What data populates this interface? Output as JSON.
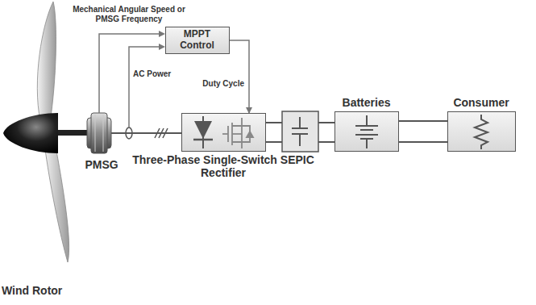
{
  "diagram": {
    "nodes": [
      {
        "text": [
          "MPPT Control"
        ]
      },
      {
        "text": [
          "Three-Phase Single-Switch SEPIC Rectifier"
        ]
      },
      {
        "text": [
          "Batteries"
        ]
      },
      {
        "text": [
          "Consumer"
        ]
      }
    ],
    "edges": [
      {
        "from": 0,
        "to": 1,
        "arrow": "to",
        "label": "Duty Cycle"
      },
      {
        "from": 1,
        "to": 2,
        "arrow": "none"
      },
      {
        "from": 2,
        "to": 3,
        "arrow": "none"
      }
    ],
    "labels": [
      "Mechanical Angular Speed or PMSG Frequency",
      "AC Power",
      "PMSG",
      "Wind Rotor"
    ]
  }
}
